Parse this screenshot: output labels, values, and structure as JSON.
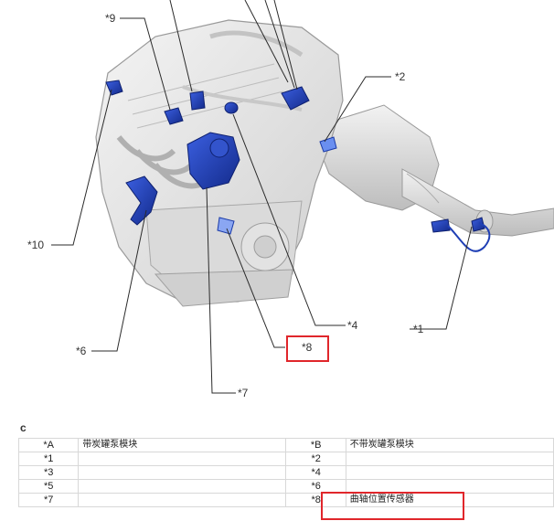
{
  "diagram": {
    "callouts": {
      "c9": "*9",
      "c2": "*2",
      "c10": "*10",
      "c4": "*4",
      "c1": "*1",
      "c8": "*8",
      "c6": "*6",
      "c7": "*7"
    },
    "colors": {
      "component_blue": "#1f3fb5",
      "highlight_red": "#e0262b",
      "engine_gray": "#e6e6e6"
    }
  },
  "legend": {
    "section_letter": "c",
    "rows": [
      {
        "left_code": "*A",
        "left_desc": "带炭罐泵模块",
        "right_code": "*B",
        "right_desc": "不带炭罐泵模块"
      },
      {
        "left_code": "*1",
        "left_desc": "",
        "right_code": "*2",
        "right_desc": ""
      },
      {
        "left_code": "*3",
        "left_desc": "",
        "right_code": "*4",
        "right_desc": ""
      },
      {
        "left_code": "*5",
        "left_desc": "",
        "right_code": "*6",
        "right_desc": ""
      },
      {
        "left_code": "*7",
        "left_desc": "",
        "right_code": "*8",
        "right_desc": "曲轴位置传感器"
      }
    ]
  }
}
